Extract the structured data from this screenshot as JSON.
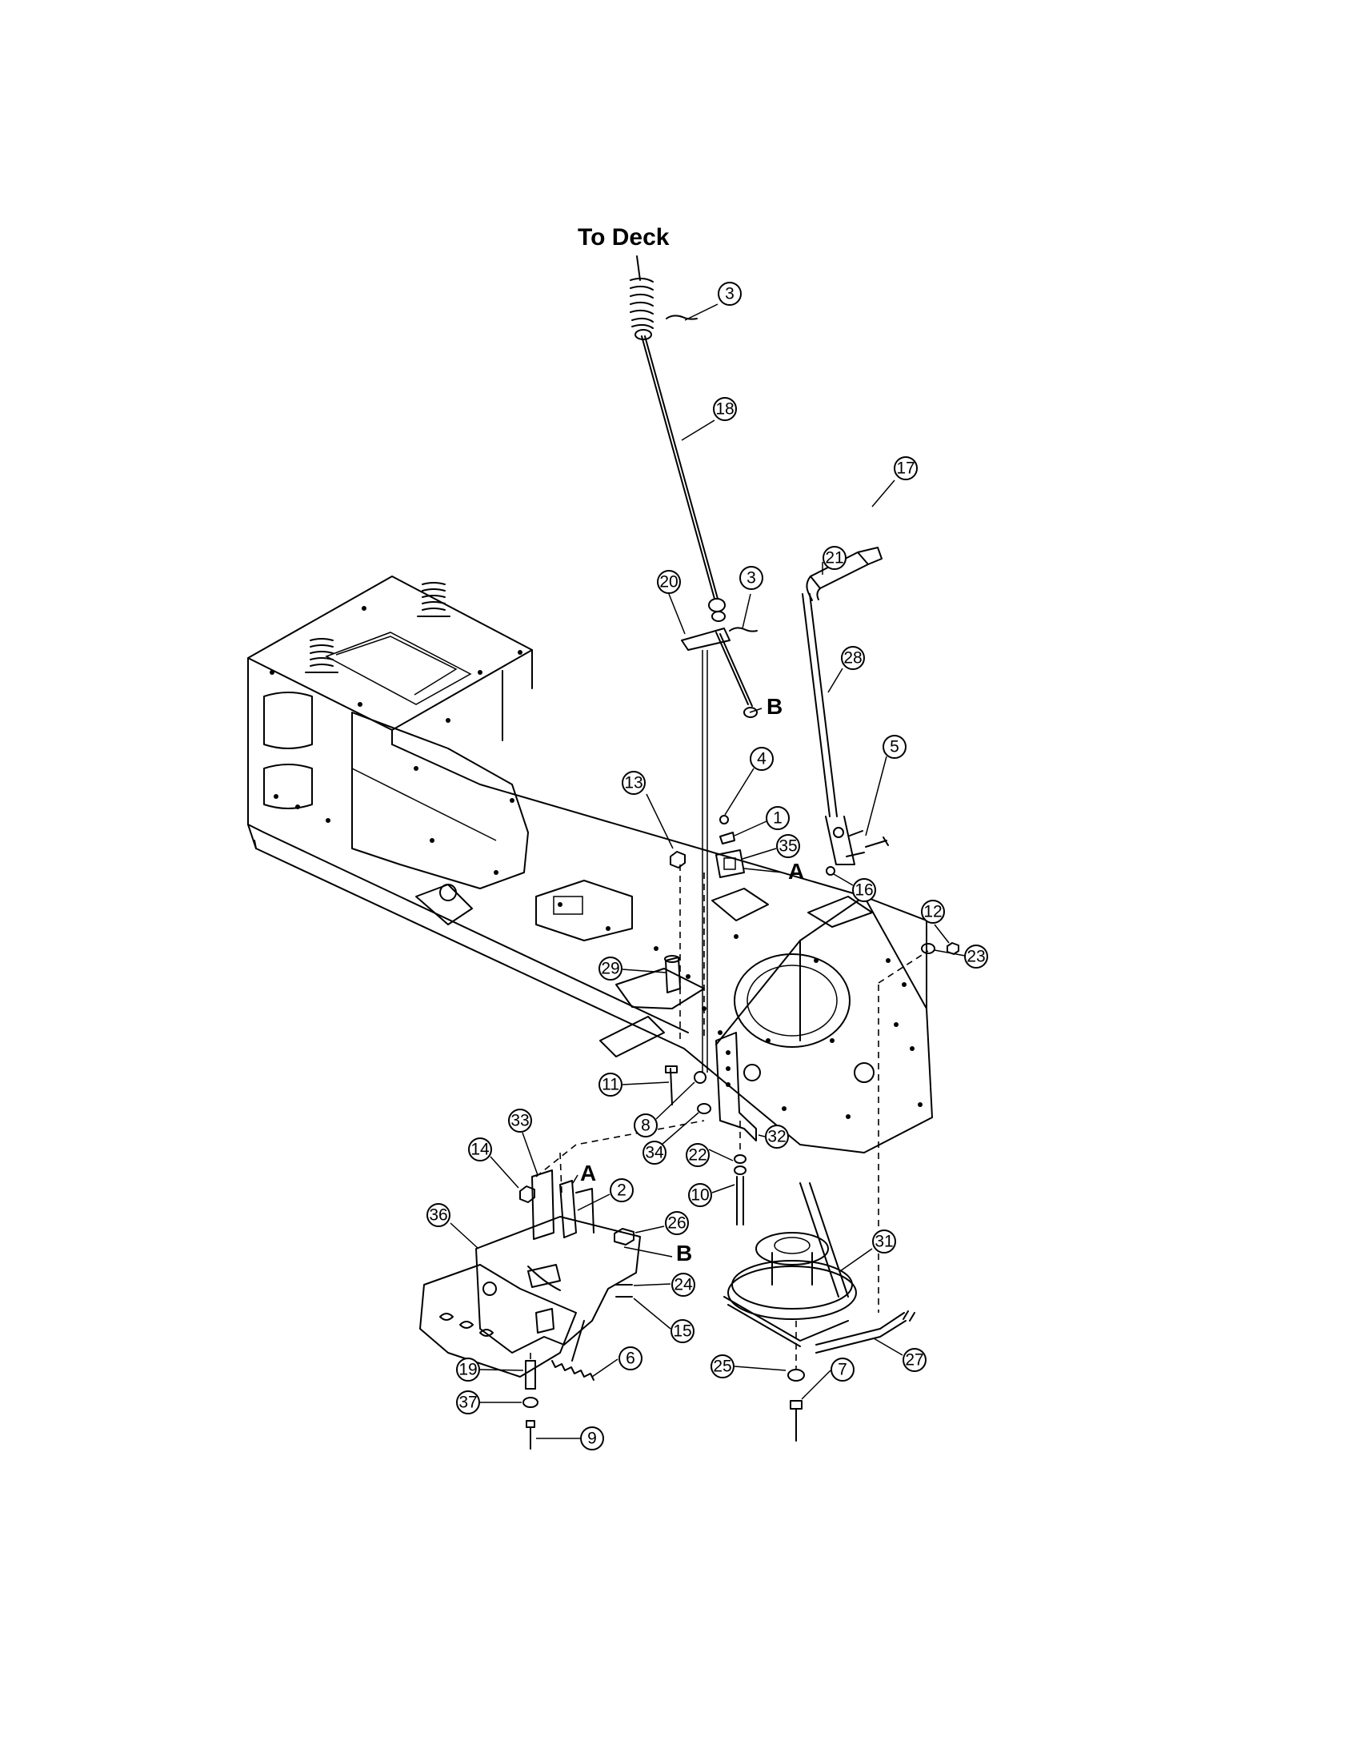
{
  "diagram": {
    "title_label": "To Deck",
    "reference_letters": [
      "A",
      "B"
    ],
    "callouts": [
      {
        "id": "c3a",
        "label": "3"
      },
      {
        "id": "c18",
        "label": "18"
      },
      {
        "id": "c17",
        "label": "17"
      },
      {
        "id": "c20",
        "label": "20"
      },
      {
        "id": "c3b",
        "label": "3"
      },
      {
        "id": "c21",
        "label": "21"
      },
      {
        "id": "c28",
        "label": "28"
      },
      {
        "id": "c4",
        "label": "4"
      },
      {
        "id": "c5",
        "label": "5"
      },
      {
        "id": "c13",
        "label": "13"
      },
      {
        "id": "c1",
        "label": "1"
      },
      {
        "id": "c35",
        "label": "35"
      },
      {
        "id": "c16",
        "label": "16"
      },
      {
        "id": "c12",
        "label": "12"
      },
      {
        "id": "c23",
        "label": "23"
      },
      {
        "id": "c29",
        "label": "29"
      },
      {
        "id": "c11",
        "label": "11"
      },
      {
        "id": "c8",
        "label": "8"
      },
      {
        "id": "c34",
        "label": "34"
      },
      {
        "id": "c32",
        "label": "32"
      },
      {
        "id": "c22",
        "label": "22"
      },
      {
        "id": "c33",
        "label": "33"
      },
      {
        "id": "c14",
        "label": "14"
      },
      {
        "id": "c10",
        "label": "10"
      },
      {
        "id": "c2",
        "label": "2"
      },
      {
        "id": "c36",
        "label": "36"
      },
      {
        "id": "c26",
        "label": "26"
      },
      {
        "id": "c31",
        "label": "31"
      },
      {
        "id": "c24",
        "label": "24"
      },
      {
        "id": "c15",
        "label": "15"
      },
      {
        "id": "c6",
        "label": "6"
      },
      {
        "id": "c19",
        "label": "19"
      },
      {
        "id": "c25",
        "label": "25"
      },
      {
        "id": "c7",
        "label": "7"
      },
      {
        "id": "c27",
        "label": "27"
      },
      {
        "id": "c37",
        "label": "37"
      },
      {
        "id": "c9",
        "label": "9"
      }
    ]
  }
}
